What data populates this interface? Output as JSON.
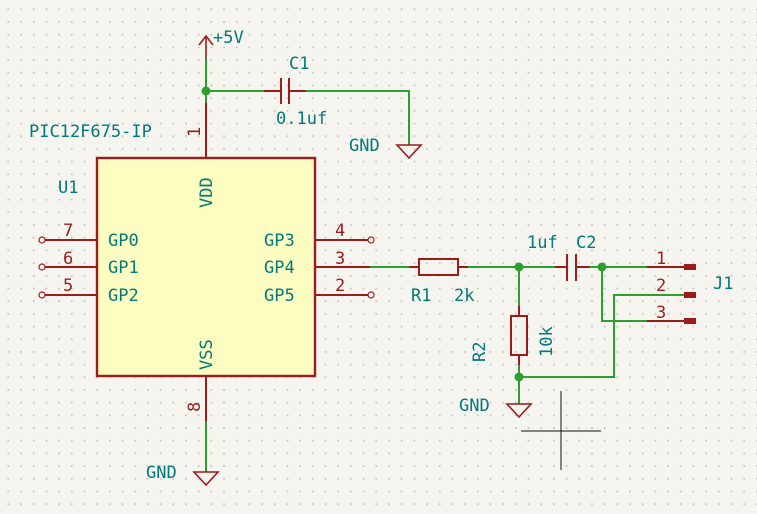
{
  "power": {
    "vcc_label": "+5V",
    "gnd_label": "GND"
  },
  "u1": {
    "ref": "U1",
    "value": "PIC12F675-IP",
    "pins": {
      "vdd": {
        "number": "1",
        "name": "VDD"
      },
      "vss": {
        "number": "8",
        "name": "VSS"
      },
      "gp0": {
        "number": "7",
        "name": "GP0"
      },
      "gp1": {
        "number": "6",
        "name": "GP1"
      },
      "gp2": {
        "number": "5",
        "name": "GP2"
      },
      "gp3": {
        "number": "4",
        "name": "GP3"
      },
      "gp4": {
        "number": "3",
        "name": "GP4"
      },
      "gp5": {
        "number": "2",
        "name": "GP5"
      }
    }
  },
  "c1": {
    "ref": "C1",
    "value": "0.1uf"
  },
  "c2": {
    "ref": "C2",
    "value": "1uf"
  },
  "r1": {
    "ref": "R1",
    "value": "2k"
  },
  "r2": {
    "ref": "R2",
    "value": "10k"
  },
  "j1": {
    "ref": "J1",
    "pins": [
      "1",
      "2",
      "3"
    ]
  }
}
